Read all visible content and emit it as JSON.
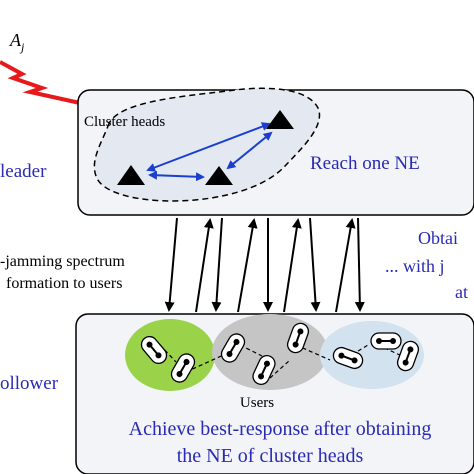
{
  "attacker": {
    "label_base": "A",
    "label_sub": "j"
  },
  "leader": {
    "side_label": "leader",
    "cluster_label": "Cluster heads",
    "ne_text": "Reach one NE"
  },
  "arrows_left": {
    "line1": "-jamming spectrum",
    "line2": "formation to users"
  },
  "arrows_right": {
    "line1": "Obtai",
    "line2": "... with j",
    "line3": "at"
  },
  "follower": {
    "side_label": "ollower",
    "users_label": "Users",
    "caption_line1": "Achieve best-response after obtaining",
    "caption_line2": "the NE of cluster heads"
  },
  "colors": {
    "blue_text": "#2a2ab4",
    "arrow_blue": "#1a3fd0",
    "jam_red": "#e8191b",
    "panel_fill": "#f2f4f8",
    "cluster_fill": "#e4e8f0",
    "group_green": "#9ad24a",
    "group_gray": "#c5c5c5",
    "group_light_blue": "#d3e2ef"
  },
  "icons": [
    "lightning-bolt-icon",
    "triangle-icon",
    "user-device-icon"
  ]
}
